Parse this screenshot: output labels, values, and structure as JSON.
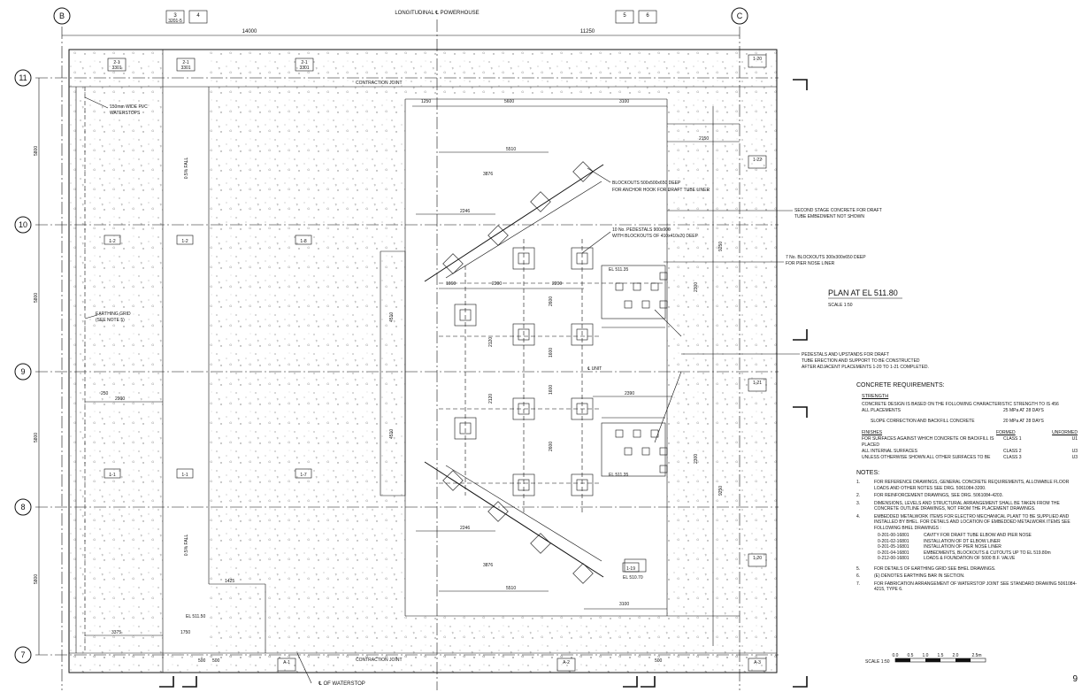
{
  "title": {
    "main": "PLAN AT EL 511.80",
    "scale": "SCALE 1:50"
  },
  "header": {
    "longitudinal": "LONGITUDINAL ℄ POWERHOUSE",
    "dim_left": "14000",
    "dim_right": "11250"
  },
  "grid_bubbles": {
    "col_b": "B",
    "col_c": "C",
    "row_11": "11",
    "row_10": "10",
    "row_9": "9",
    "row_8": "8",
    "row_7": "7",
    "sec_3": "3",
    "sec_4": "4",
    "sec_5": "5",
    "sec_6": "6",
    "sec_ref": "3201-5"
  },
  "placements": [
    "2-1",
    "2-1",
    "2-1",
    "1-20",
    "1-22",
    "1-21",
    "1-20",
    "A-3",
    "A-1",
    "A-2"
  ],
  "placement_sheet": "3301",
  "zones": [
    "1-2",
    "1-2",
    "1-8",
    "1-1",
    "1-1",
    "1-7",
    "1-19"
  ],
  "labels": {
    "contraction_top": "CONTRACTION JOINT",
    "contraction_bottom": "CONTRACTION JOINT",
    "pvc": "150mm WIDE PVC",
    "waterstops": "WATERSTOPS",
    "earthing1": "EARTHING GRID",
    "earthing2": "(SEE NOTE 5)",
    "fall_top": "0.5% FALL",
    "fall_bottom": "0.5% FALL",
    "unit_cl": "℄ UNIT",
    "waterstop": "℄ OF WATERSTOP",
    "el_1": "EL 511.35",
    "el_2": "EL 511.35",
    "el_3": "EL 510.70",
    "el_4": "EL 511.50"
  },
  "callouts": {
    "blockouts_1": "BLOCKOUTS 500x500x650 DEEP",
    "blockouts_2": "FOR ANCHOR HOOK FOR DRAFT TUBE LINER",
    "second_1": "SECOND STAGE CONCRETE FOR DRAFT",
    "second_2": "TUBE EMBEDMENT NOT SHOWN",
    "pedestals_1": "10 No. PEDESTALS 900x900",
    "pedestals_2": "WITH BLOCKOUTS OF 410x410x20 DEEP",
    "pier_1": "7 No. BLOCKOUTS 300x300x650 DEEP",
    "pier_2": "FOR PIER NOSE LINER",
    "upstand_1": "PEDESTALS AND UPSTANDS FOR DRAFT",
    "upstand_2": "TUBE ERECTION AND SUPPORT TO BE CONSTRUCTED",
    "upstand_3": "AFTER ADJACENT PLACEMENTS 1-20 TO 1-21 COMPLETED."
  },
  "dims": {
    "d1250": "1250",
    "d5600": "5600",
    "d3100": "3100",
    "d5510": "5510",
    "d2150": "2150",
    "d3876": "3876",
    "d2246": "2246",
    "d2200": "2200",
    "d2600": "2600",
    "d1060": "1060",
    "d2120": "2120",
    "d1600": "1600",
    "d2390": "2390",
    "d9250": "9250",
    "d5800": "5800",
    "d2900": "2900",
    "d4510": "4510",
    "d3375": "3375",
    "d1750": "1750",
    "d1425": "1425",
    "d500": "500",
    "d250": "250",
    "d2300": "2300"
  },
  "notes": {
    "req_title": "CONCRETE REQUIREMENTS:",
    "strength": "STRENGTH",
    "strength_text": "CONCRETE DESIGN IS BASED ON THE FOLLOWING CHARACTERISTIC STRENGTH TO IS 456",
    "all_placements": "ALL PLACEMENTS",
    "all_placements_value": "25 MPa AT 28 DAYS",
    "slope": "SLOPE CORRECTION AND BACKFILL CONCRETE",
    "slope_value": "20 MPa AT 28 DAYS",
    "finishes": "FINISHES",
    "formed": "FORMED",
    "unformed": "UNFORMED",
    "finish_rows": [
      {
        "a": "FOR SURFACES AGAINST WHICH CONCRETE OR BACKFILL IS PLACED",
        "b": "CLASS 1",
        "c": "U1"
      },
      {
        "a": "ALL INTERNAL SURFACES",
        "b": "CLASS 2",
        "c": "U3"
      },
      {
        "a": "UNLESS OTHERWISE SHOWN ALL OTHER SURFACES TO BE",
        "b": "CLASS 3",
        "c": "U3"
      }
    ],
    "notes_title": "NOTES:",
    "items": [
      {
        "n": "1.",
        "t": "FOR REFERENCE DRAWINGS, GENERAL CONCRETE REQUIREMENTS, ALLOWABLE FLOOR LOADS AND OTHER NOTES SEE DRG. 5061084-3200."
      },
      {
        "n": "2.",
        "t": "FOR REINFORCEMENT DRAWINGS, SEE DRG. 5061084-4203."
      },
      {
        "n": "3.",
        "t": "DIMENSIONS, LEVELS AND STRUCTURAL ARRANGEMENT SHALL BE TAKEN FROM THE CONCRETE OUTLINE DRAWINGS, NOT FROM THE PLACEMENT DRAWINGS."
      },
      {
        "n": "4.",
        "t": "EMBEDDED METALWORK ITEMS FOR ELECTRO MECHANICAL PLANT TO BE SUPPLIED AND INSTALLED BY BHEL. FOR DETAILS AND LOCATION OF EMBEDDED METALWORK ITEMS SEE FOLLOWING BHEL DRAWINGS :"
      }
    ],
    "drawings": [
      {
        "d": "0-201-00-16801",
        "t": "CAVITY FOR DRAFT TUBE ELBOW AND PIER NOSE"
      },
      {
        "d": "0-201-02-16801",
        "t": "INSTALLATION OF DT ELBOW LINER"
      },
      {
        "d": "0-201-05-16801",
        "t": "INSTALLATION OF PIER NOSE LINER"
      },
      {
        "d": "0-201-04-16801",
        "t": "EMBEDMENTS, BLOCKOUTS & CUTOUTS UP TO EL 519.80m"
      },
      {
        "d": "0-212-00-16801",
        "t": "LOADS & FOUNDATION OF 5000 B.F. VALVE"
      }
    ],
    "items2": [
      {
        "n": "5.",
        "t": "FOR DETAILS OF EARTHING GRID SEE BHEL DRAWINGS."
      },
      {
        "n": "6.",
        "t": "(E) DENOTES EARTHING BAR IN SECTION."
      },
      {
        "n": "7.",
        "t": "FOR FABRICATION ARRANGEMENT OF WATERSTOP JOINT SEE STANDARD DRAWING 5061084-4215, TYPE 6."
      }
    ]
  },
  "scale_bar": {
    "label": "SCALE 1:50",
    "ticks": [
      "0.0",
      "0.5",
      "1.0",
      "1.5",
      "2.0",
      "2.5m"
    ]
  },
  "sheet_no": "9"
}
